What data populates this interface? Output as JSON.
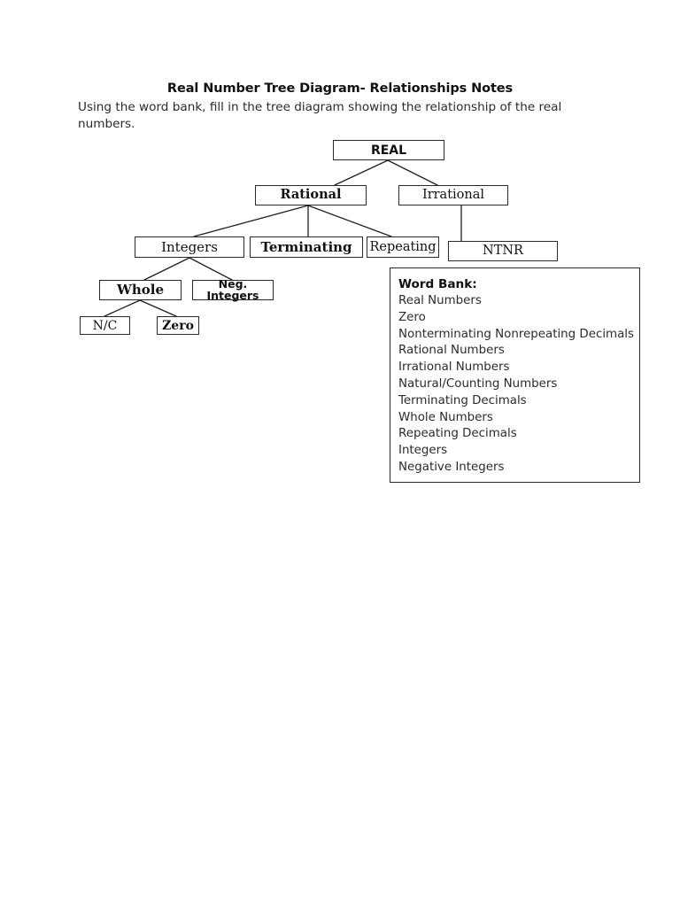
{
  "page": {
    "title": "Real Number Tree Diagram- Relationships Notes",
    "instructions": "Using the word bank, fill in the tree diagram showing the relationship of the real numbers."
  },
  "tree": {
    "nodes": [
      {
        "id": "real",
        "label": "REAL"
      },
      {
        "id": "rational",
        "label": "Rational"
      },
      {
        "id": "irrational",
        "label": "Irrational"
      },
      {
        "id": "integers",
        "label": "Integers"
      },
      {
        "id": "terminating",
        "label": "Terminating"
      },
      {
        "id": "repeating",
        "label": "Repeating"
      },
      {
        "id": "ntnr",
        "label": "NTNR"
      },
      {
        "id": "whole",
        "label": "Whole"
      },
      {
        "id": "neg",
        "label": "Neg. Integers"
      },
      {
        "id": "nc",
        "label": "N/C"
      },
      {
        "id": "zero",
        "label": "Zero"
      }
    ],
    "edges": [
      {
        "from": "real",
        "to": "rational"
      },
      {
        "from": "real",
        "to": "irrational"
      },
      {
        "from": "rational",
        "to": "integers"
      },
      {
        "from": "rational",
        "to": "terminating"
      },
      {
        "from": "rational",
        "to": "repeating"
      },
      {
        "from": "irrational",
        "to": "ntnr"
      },
      {
        "from": "integers",
        "to": "whole"
      },
      {
        "from": "integers",
        "to": "neg"
      },
      {
        "from": "whole",
        "to": "nc"
      },
      {
        "from": "whole",
        "to": "zero"
      }
    ]
  },
  "word_bank": {
    "title": "Word Bank:",
    "items": [
      "Real Numbers",
      "Zero",
      "Nonterminating Nonrepeating Decimals",
      "Rational Numbers",
      "Irrational Numbers",
      "Natural/Counting Numbers",
      "Terminating Decimals",
      "Whole Numbers",
      "Repeating Decimals",
      "Integers",
      "Negative Integers"
    ]
  },
  "colors": {
    "page_background": "#ffffff",
    "text": "#1a1a1a",
    "box_border": "#2a2a2a",
    "connector": "#1f1f1f"
  }
}
